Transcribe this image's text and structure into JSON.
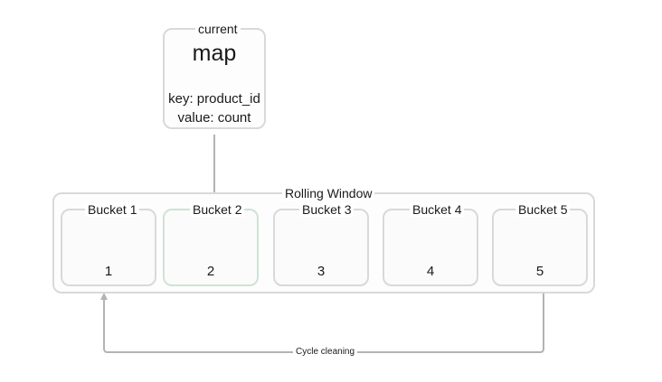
{
  "current_map": {
    "legend": "current",
    "title": "map",
    "key_line": "key: product_id",
    "value_line": "value: count"
  },
  "rolling_window": {
    "legend": "Rolling Window",
    "buckets": [
      {
        "label": "Bucket 1",
        "number": "1"
      },
      {
        "label": "Bucket 2",
        "number": "2"
      },
      {
        "label": "Bucket 3",
        "number": "3"
      },
      {
        "label": "Bucket 4",
        "number": "4"
      },
      {
        "label": "Bucket 5",
        "number": "5"
      }
    ]
  },
  "cycle_label": "Cycle cleaning",
  "colors": {
    "box_border": "#d9d9d9",
    "current_bucket_border": "#cfe3d6",
    "arrow": "#b3b3b3"
  }
}
